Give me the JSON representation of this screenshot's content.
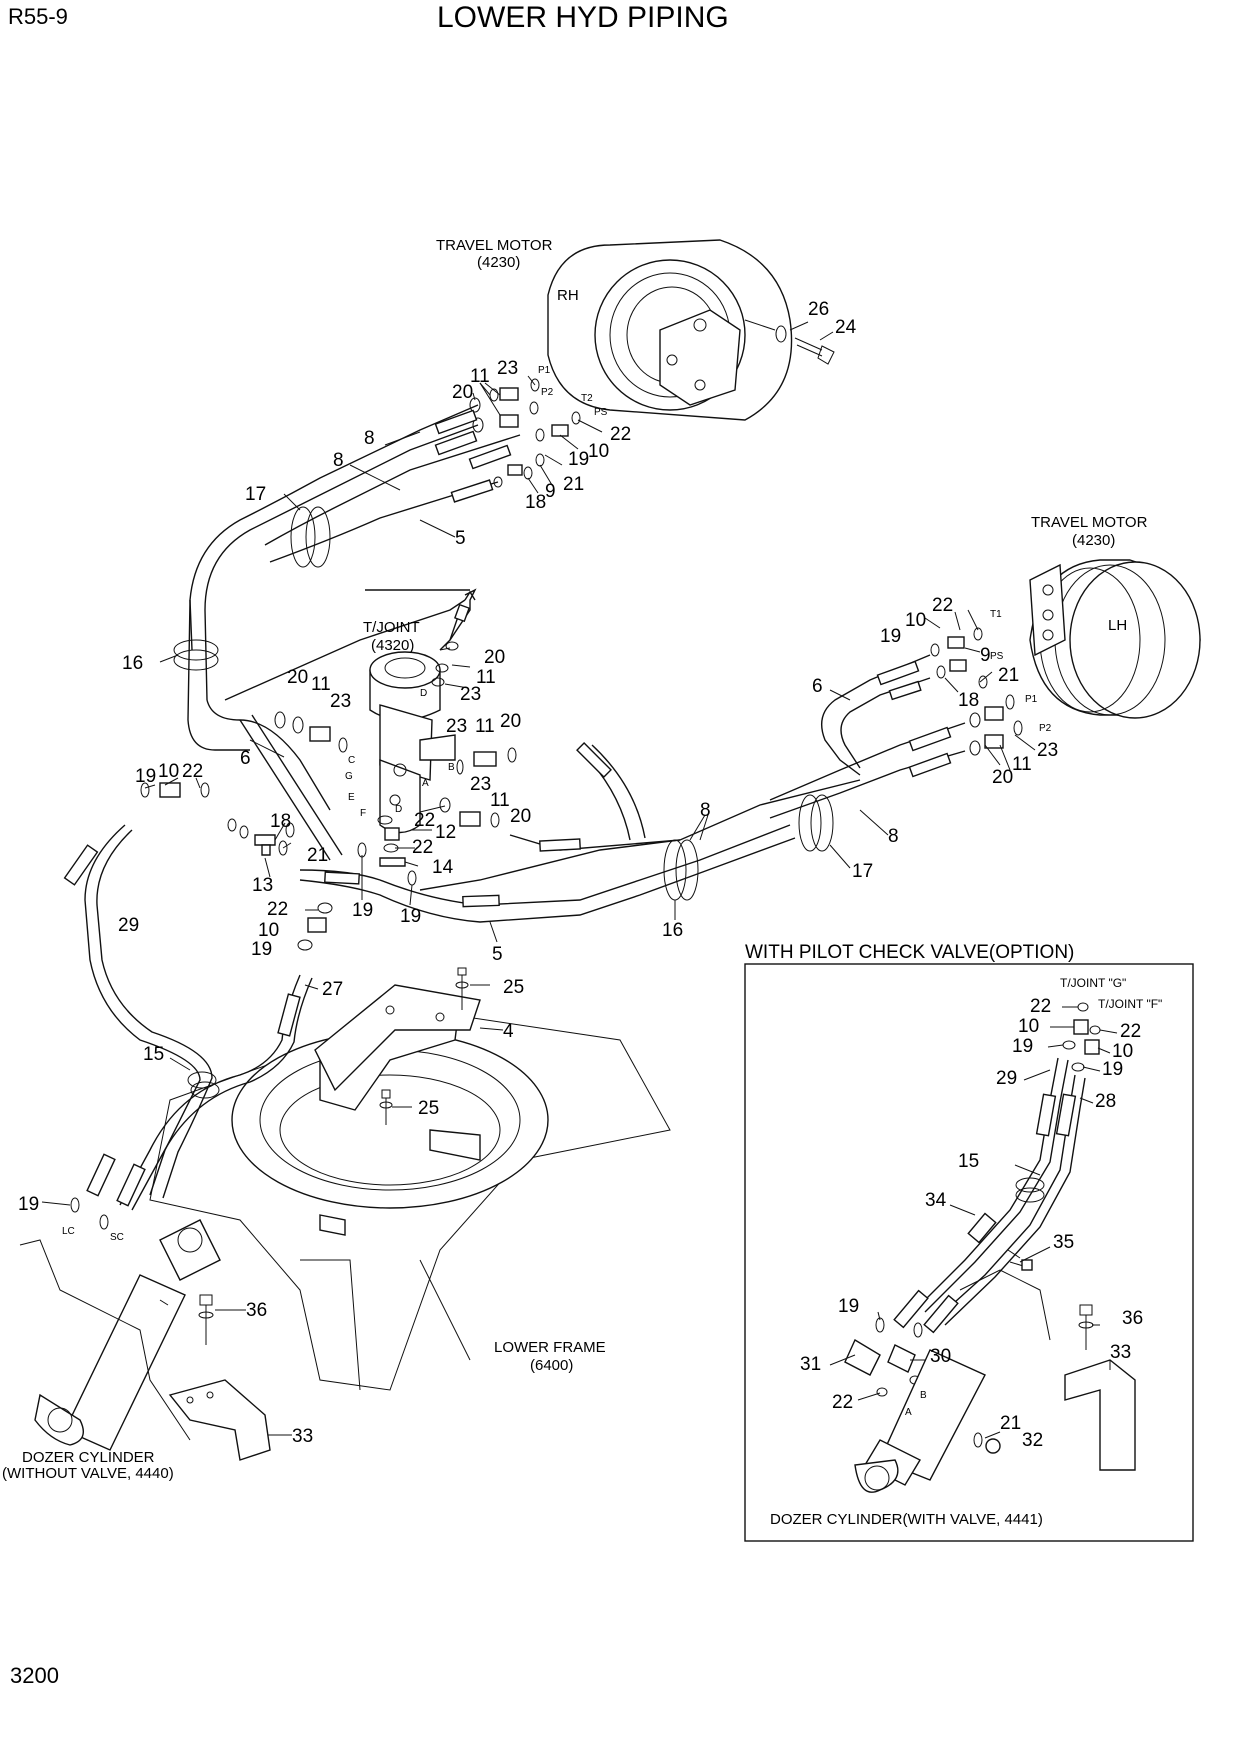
{
  "header": {
    "model": "R55-9",
    "title": "LOWER HYD PIPING",
    "page_number": "3200"
  },
  "components": {
    "travel_motor_rh": {
      "name": "TRAVEL MOTOR",
      "code": "(4230)",
      "side": "RH"
    },
    "travel_motor_lh": {
      "name": "TRAVEL MOTOR",
      "code": "(4230)",
      "side": "LH"
    },
    "t_joint": {
      "name": "T/JOINT",
      "code": "(4320)"
    },
    "lower_frame": {
      "name": "LOWER FRAME",
      "code": "(6400)"
    },
    "dozer_cylinder": {
      "name": "DOZER CYLINDER",
      "detail": "(WITHOUT VALVE, 4440)"
    }
  },
  "inset": {
    "title": "WITH PILOT CHECK VALVE(OPTION)",
    "t_joint_g": "T/JOINT \"G\"",
    "t_joint_f": "T/JOINT \"F\"",
    "dozer_cylinder": "DOZER CYLINDER(WITH VALVE, 4441)"
  },
  "ports": {
    "rh_p1": "P1",
    "rh_p2": "P2",
    "rh_t2": "T2",
    "rh_ps": "PS",
    "lh_t1": "T1",
    "lh_ps": "PS",
    "lh_p1": "P1",
    "lh_p2": "P2",
    "tj_a": "A",
    "tj_b": "B",
    "tj_c": "C",
    "tj_d": "D",
    "tj_d2": "D",
    "tj_e": "E",
    "tj_f": "F",
    "tj_g": "G",
    "cyl_lc": "LC",
    "cyl_sc": "SC",
    "ins_a": "A",
    "ins_b": "B"
  },
  "callouts": {
    "rh": [
      "26",
      "24",
      "23",
      "11",
      "20",
      "8",
      "8",
      "17",
      "5",
      "22",
      "10",
      "19",
      "21",
      "9",
      "18"
    ],
    "tjoint": [
      "20",
      "11",
      "23",
      "20",
      "11",
      "23",
      "23",
      "11",
      "20",
      "23",
      "11",
      "20",
      "22",
      "12",
      "22",
      "14",
      "19",
      "10",
      "22",
      "6",
      "16",
      "18",
      "21",
      "13",
      "22",
      "10",
      "19",
      "19",
      "19",
      "5",
      "16"
    ],
    "lh": [
      "22",
      "10",
      "19",
      "6",
      "21",
      "9",
      "18",
      "23",
      "11",
      "20",
      "8",
      "8",
      "17"
    ],
    "lower": [
      "29",
      "27",
      "25",
      "4",
      "25",
      "15",
      "19",
      "36",
      "33"
    ],
    "inset": [
      "22",
      "22",
      "10",
      "19",
      "10",
      "19",
      "29",
      "28",
      "15",
      "34",
      "35",
      "19",
      "31",
      "30",
      "22",
      "36",
      "33",
      "21",
      "32"
    ]
  }
}
